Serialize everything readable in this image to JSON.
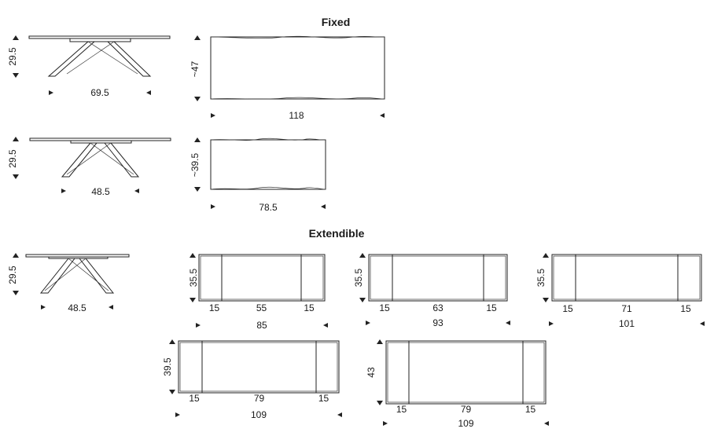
{
  "headings": {
    "fixed": "Fixed",
    "extendible": "Extendible"
  },
  "side_views": {
    "large": {
      "height": "29.5",
      "width": "69.5"
    },
    "small": {
      "height": "29.5",
      "width": "48.5"
    },
    "extendible": {
      "height": "29.5",
      "width": "48.5"
    }
  },
  "fixed_tops": {
    "large": {
      "depth": "~47",
      "length": "118"
    },
    "small": {
      "depth": "~39.5",
      "length": "78.5"
    }
  },
  "extendible_tops": [
    {
      "depth": "35.5",
      "left": "15",
      "center": "55",
      "right": "15",
      "total": "85"
    },
    {
      "depth": "35.5",
      "left": "15",
      "center": "63",
      "right": "15",
      "total": "93"
    },
    {
      "depth": "35.5",
      "left": "15",
      "center": "71",
      "right": "15",
      "total": "101"
    },
    {
      "depth": "39.5",
      "left": "15",
      "center": "79",
      "right": "15",
      "total": "109"
    },
    {
      "depth": "43",
      "left": "15",
      "center": "79",
      "right": "15",
      "total": "109"
    }
  ]
}
